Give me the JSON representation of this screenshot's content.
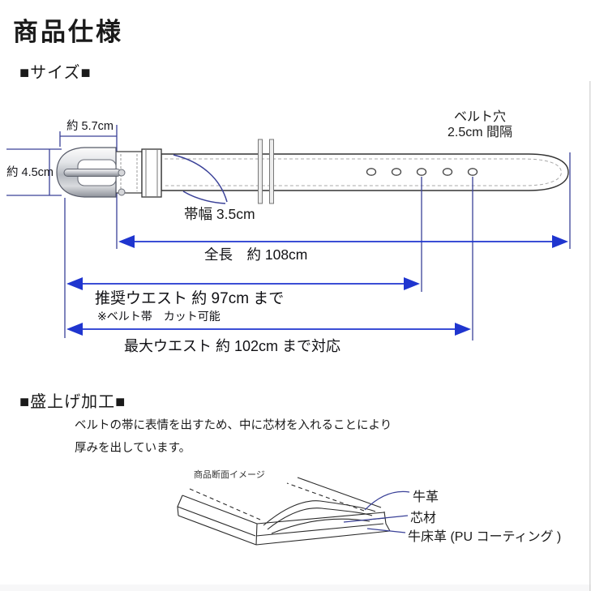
{
  "page": {
    "title": "商品仕様"
  },
  "sections": {
    "size_heading": "■サイズ■",
    "process_heading": "■盛上げ加工■"
  },
  "size_diagram": {
    "buckle_width_label": "約 5.7cm",
    "buckle_height_label": "約 4.5cm",
    "holes_label_line1": "ベルト穴",
    "holes_label_line2": "2.5cm 間隔",
    "strap_width_label": "帯幅 3.5cm",
    "total_length_label": "全長　約 108cm",
    "recommended_waist_label": "推奨ウエスト 約 97cm まで",
    "cut_note_label": "※ベルト帯　カット可能",
    "max_waist_label": "最大ウエスト 約 102cm まで対応",
    "hole_count": 5
  },
  "process_section": {
    "description_line1": "ベルトの帯に表情を出すため、中に芯材を入れることにより",
    "description_line2": "厚みを出しています。",
    "cross_section_caption": "商品断面イメージ",
    "layer_labels": {
      "cowhide": "牛革",
      "core": "芯材",
      "split_leather": "牛床革 (PU コーティング )"
    }
  },
  "colors": {
    "arrow_blue": "#1f35cf",
    "line_navy": "#3a4198",
    "outline_black": "#2b2b2b"
  }
}
